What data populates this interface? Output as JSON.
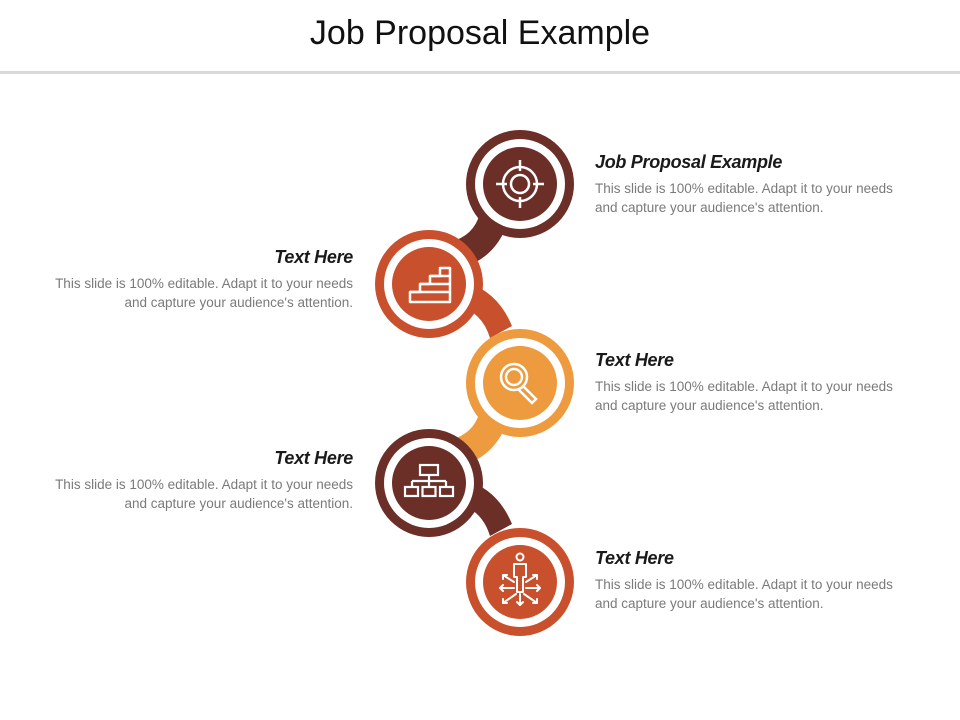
{
  "title": "Job Proposal Example",
  "colors": {
    "dark_brown": "#6b2f28",
    "rust": "#c8502c",
    "orange": "#ee9a3e",
    "rule": "#d9d9d9"
  },
  "steps": [
    {
      "heading": "Job Proposal Example",
      "body": "This slide is 100% editable. Adapt it to your needs and capture your audience's attention.",
      "icon": "target-icon",
      "color": "#6b2f28"
    },
    {
      "heading": "Text Here",
      "body": "This slide is 100% editable. Adapt it to your needs and capture your audience's attention.",
      "icon": "stairs-icon",
      "color": "#c8502c"
    },
    {
      "heading": "Text Here",
      "body": "This slide is 100% editable. Adapt it to your needs and capture your audience's attention.",
      "icon": "magnifier-icon",
      "color": "#ee9a3e"
    },
    {
      "heading": "Text Here",
      "body": "This slide is 100% editable. Adapt it to your needs and capture your audience's attention.",
      "icon": "org-chart-icon",
      "color": "#6b2f28"
    },
    {
      "heading": "Text Here",
      "body": "This slide is 100% editable. Adapt it to your needs and capture your audience's attention.",
      "icon": "person-arrows-icon",
      "color": "#c8502c"
    }
  ]
}
